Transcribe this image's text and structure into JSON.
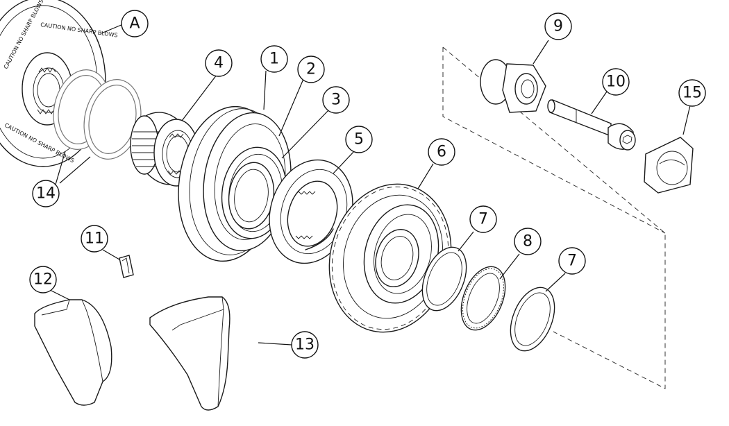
{
  "figure_id": "is07813",
  "cover_text": "CAUTION NO SHARP BLOWS",
  "callouts": {
    "A": "A",
    "c1": "1",
    "c2": "2",
    "c3": "3",
    "c4": "4",
    "c5": "5",
    "c6": "6",
    "c7a": "7",
    "c7b": "7",
    "c8": "8",
    "c9": "9",
    "c10": "10",
    "c11": "11",
    "c12": "12",
    "c13": "13",
    "c14": "14",
    "c15": "15"
  }
}
